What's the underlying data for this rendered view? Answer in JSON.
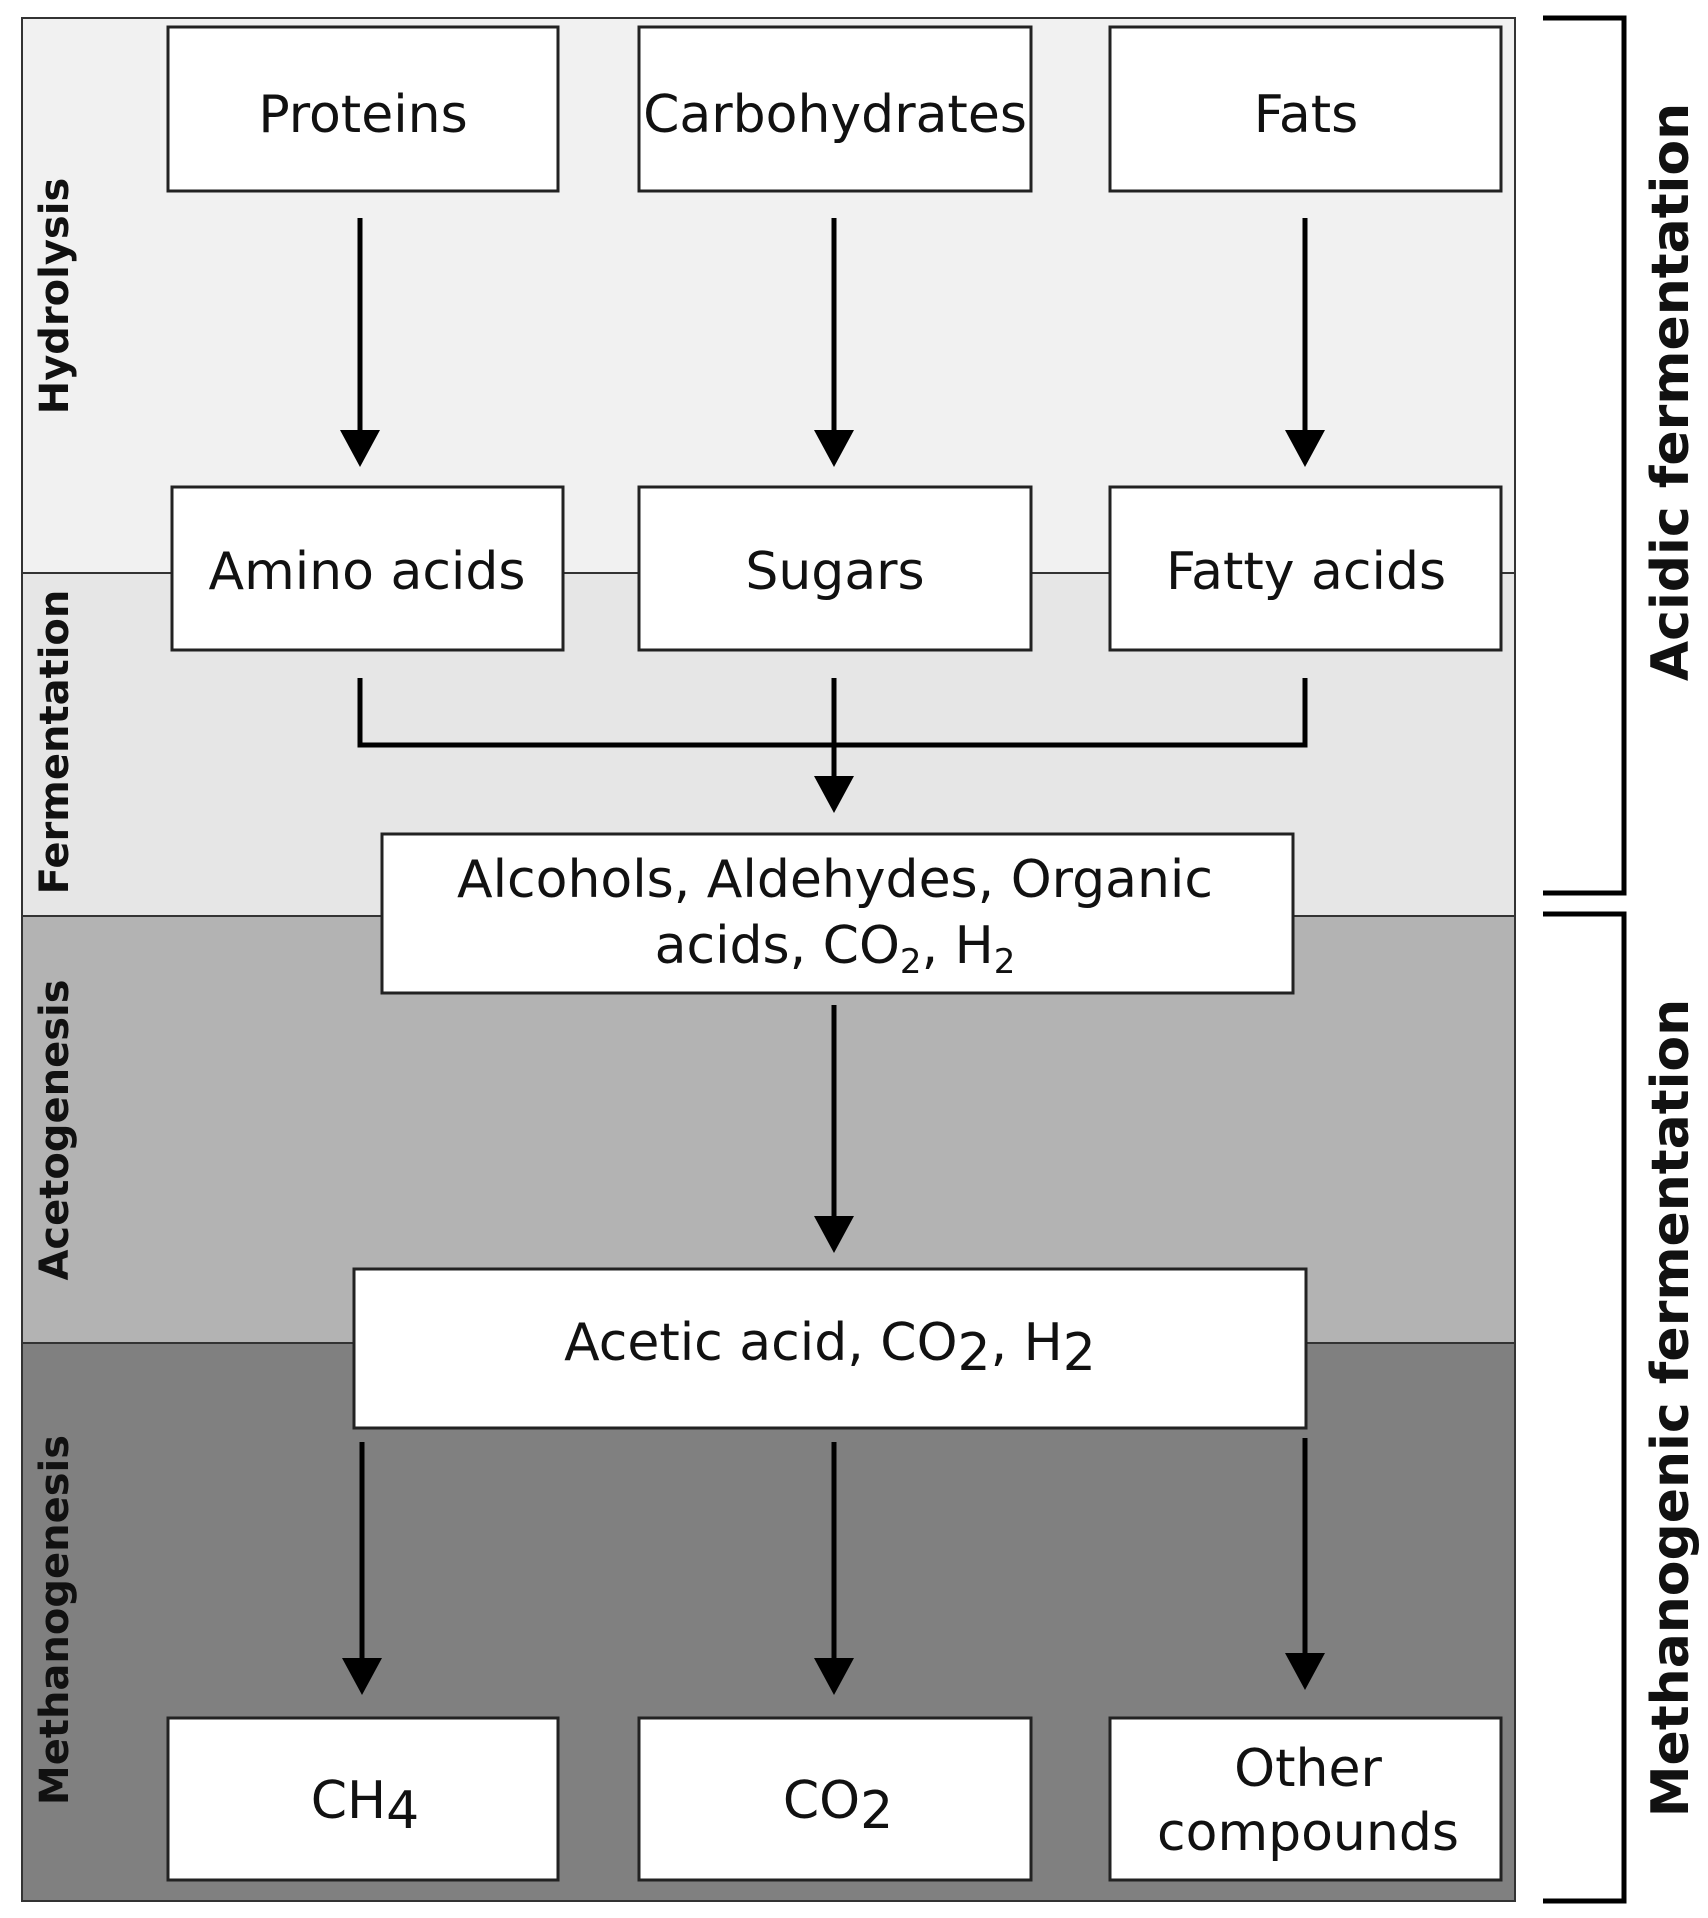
{
  "colors": {
    "hydrolysis_band": "#f1f1f1",
    "fermentation_band": "#e6e6e6",
    "acetogenesis_band": "#b3b3b3",
    "methanogenesis_band": "#808080",
    "box_fill": "#ffffff",
    "stroke": "#000000"
  },
  "stages": {
    "hydrolysis": "Hydrolysis",
    "fermentation": "Fermentation",
    "acetogenesis": "Acetogenesis",
    "methanogenesis": "Methanogenesis"
  },
  "phases": {
    "acidic": "Acidic fermentation",
    "methanogenic": "Methanogenic fermentation"
  },
  "nodes": {
    "proteins": "Proteins",
    "carbohydrates": "Carbohydrates",
    "fats": "Fats",
    "amino_acids": "Amino acids",
    "sugars": "Sugars",
    "fatty_acids": "Fatty acids",
    "intermediates": {
      "line1": "Alcohols, Aldehydes, Organic",
      "line2_prefix": "acids, CO",
      "line2_sub1": "2",
      "line2_mid": ", H",
      "line2_sub2": "2"
    },
    "acetic": {
      "prefix": "Acetic acid, CO",
      "sub1": "2",
      "mid": ", H",
      "sub2": "2"
    },
    "ch4": {
      "base": "CH",
      "sub": "4"
    },
    "co2": {
      "base": "CO",
      "sub": "2"
    },
    "other": {
      "line1": "Other",
      "line2": "compounds"
    }
  }
}
